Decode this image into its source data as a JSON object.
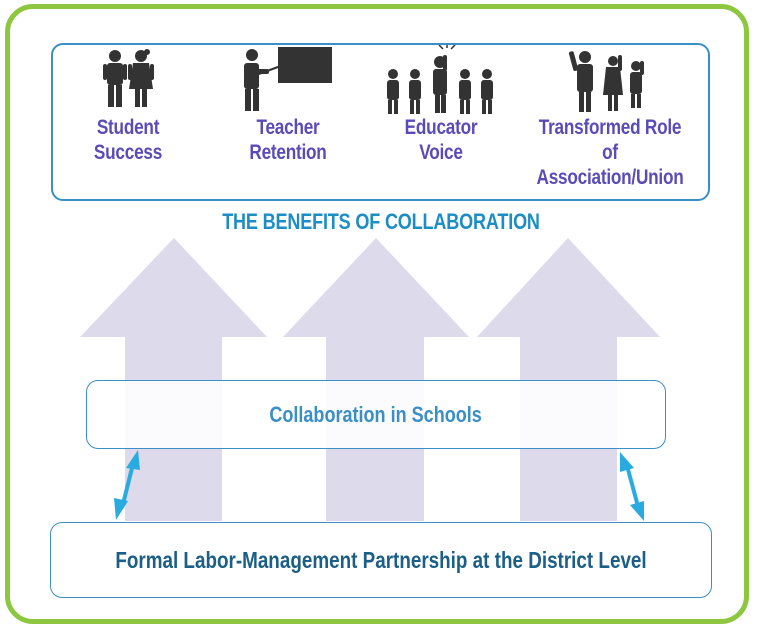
{
  "colors": {
    "frame": "#8dc63f",
    "box_border": "#3a8fc6",
    "benefit_text": "#5b4bb7",
    "heading_text": "#1d8dc5",
    "big_arrow_fill": "#dcdaeb",
    "double_arrow": "#29abe2",
    "icon": "#333333"
  },
  "benefits": [
    {
      "label": "Student\nSuccess",
      "icon": "students-icon"
    },
    {
      "label": "Teacher\nRetention",
      "icon": "teacher-at-board-icon"
    },
    {
      "label": "Educator\nVoice",
      "icon": "group-speaking-icon"
    },
    {
      "label": "Transformed Role of\nAssociation/Union",
      "icon": "raised-hands-group-icon"
    }
  ],
  "heading": "THE BENEFITS OF COLLABORATION",
  "schools_band": "Collaboration in Schools",
  "district_band": "Formal Labor-Management Partnership at the District Level"
}
